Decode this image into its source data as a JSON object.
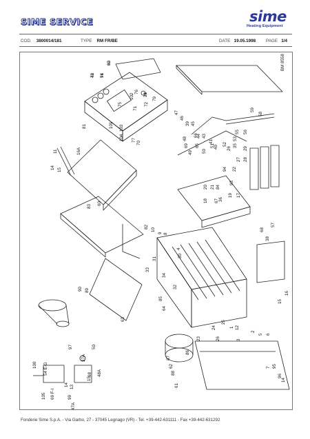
{
  "header": {
    "brand_title": "SIME SERVICE",
    "logo_word": "sime",
    "logo_subtitle": "Heating Equipment"
  },
  "meta": {
    "cod_label": "COD.",
    "cod_value": "3800014/181",
    "type_label": "TYPE",
    "type_value": "RM FR/BE",
    "date_label": "DATE",
    "date_value": "19.05.1998",
    "page_label": "PAGE",
    "page_value": "1/4"
  },
  "drawing": {
    "code": "BM 8558",
    "part_numbers": [
      "78",
      "74",
      "80",
      "73",
      "76",
      "102",
      "75",
      "81",
      "72",
      "79",
      "71",
      "101",
      "103",
      "104",
      "77",
      "70",
      "11",
      "16A",
      "14",
      "15",
      "83",
      "60",
      "82",
      "10",
      "9",
      "8",
      "4",
      "30",
      "31",
      "33",
      "34",
      "32",
      "63",
      "85",
      "64",
      "90",
      "89",
      "100",
      "54 E-G",
      "50",
      "97",
      "37A",
      "105",
      "69 F-I",
      "99",
      "47A",
      "98",
      "48A",
      "14",
      "13",
      "15",
      "87",
      "62",
      "88",
      "61",
      "86",
      "23",
      "24",
      "25",
      "26",
      "1",
      "12",
      "3",
      "2",
      "5",
      "6",
      "7",
      "95",
      "96",
      "14",
      "15",
      "16",
      "68",
      "38",
      "57",
      "84",
      "67",
      "18",
      "20",
      "21",
      "36",
      "19",
      "17",
      "93",
      "94",
      "22",
      "27",
      "28",
      "29",
      "35",
      "26",
      "40",
      "41",
      "43",
      "44",
      "45",
      "39",
      "46",
      "47",
      "48",
      "49",
      "50",
      "51",
      "52",
      "53",
      "55",
      "56",
      "58",
      "59",
      "65",
      "66",
      "69",
      "42",
      "91",
      "92",
      "34"
    ]
  },
  "footer": {
    "text": "Fonderie Sime S.p.A. - Via Garbo, 27 - 37045 Legnago (VR) - Tel. +39-442-631111 - Fax +39-442-631292"
  }
}
